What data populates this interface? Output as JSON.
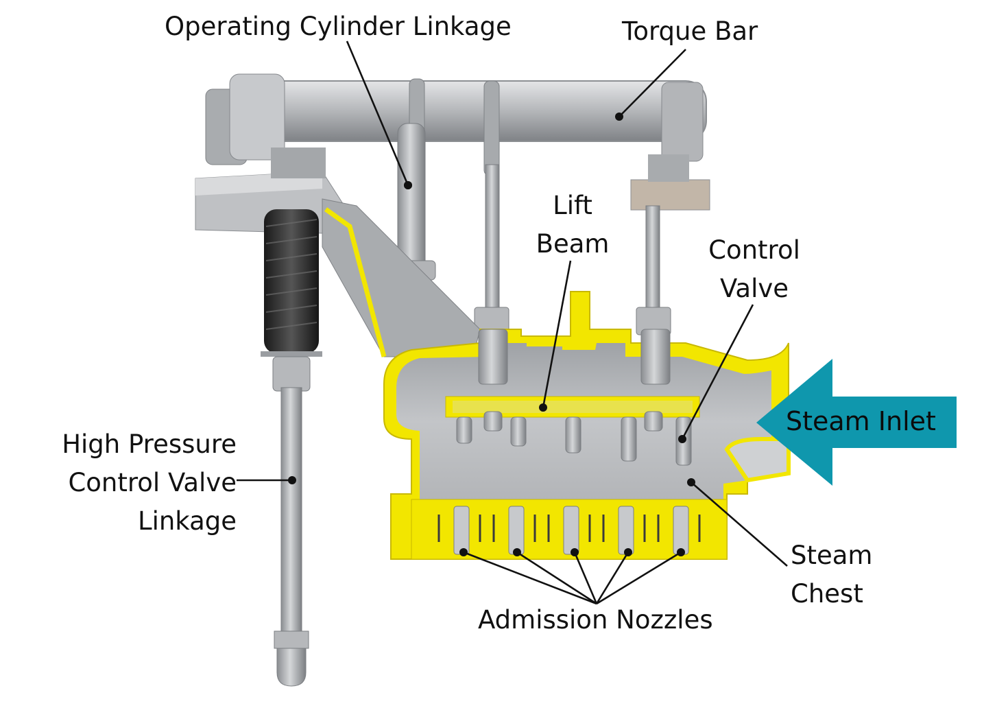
{
  "labels": {
    "operating_cylinder_linkage": "Operating Cylinder Linkage",
    "torque_bar": "Torque Bar",
    "lift_beam": [
      "Lift",
      "Beam"
    ],
    "control_valve": [
      "Control",
      "Valve"
    ],
    "hp_control_valve_linkage": [
      "High Pressure",
      "Control Valve",
      "Linkage"
    ],
    "steam_inlet": "Steam Inlet",
    "steam_chest": [
      "Steam",
      "Chest"
    ],
    "admission_nozzles": "Admission Nozzles"
  },
  "colors": {
    "steel": "#b8babd",
    "steel_dark": "#7d8084",
    "cutaway_yellow": "#f2e600",
    "spring": "#2b2b2b",
    "inlet_arrow": "#0f97ad",
    "leader_line": "#111111"
  }
}
